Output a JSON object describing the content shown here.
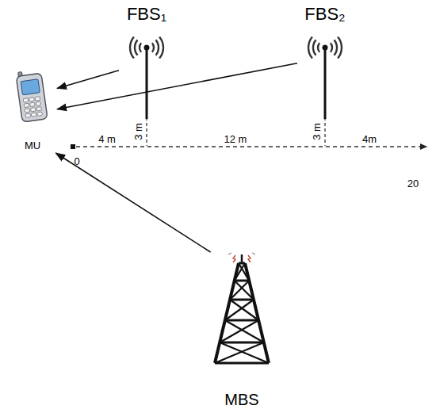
{
  "diagram": {
    "nodes": [
      {
        "text": [
          "FBS₁"
        ]
      },
      {
        "text": [
          "FBS₂"
        ]
      },
      {
        "text": [
          "MU"
        ]
      },
      {
        "text": [
          "MBS"
        ]
      }
    ],
    "edges": [
      {
        "from": 0,
        "to": 2,
        "arrow": "to"
      },
      {
        "from": 1,
        "to": 2,
        "arrow": "to"
      },
      {
        "from": 3,
        "to": 2,
        "arrow": "to"
      }
    ],
    "labels": [
      "3 m",
      "3 m",
      "4 m",
      "12 m",
      "4m",
      "0",
      "20"
    ]
  }
}
